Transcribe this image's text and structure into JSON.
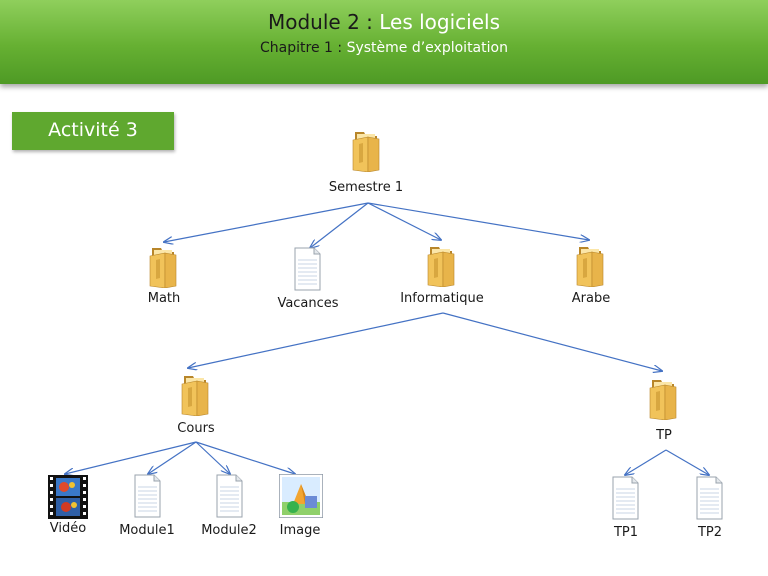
{
  "header": {
    "module_label": "Module 2 :",
    "module_name": "Les logiciels",
    "chapter_label": "Chapitre 1 :",
    "chapter_name": "Système d’exploitation",
    "bg_color": "#66b032"
  },
  "badge": {
    "label": "Activité 3"
  },
  "colors": {
    "connector": "#4472c4",
    "folder": "#f1c35a"
  },
  "tree": {
    "root": {
      "label": "Semestre 1",
      "icon": "folder-icon"
    },
    "level1": [
      {
        "label": "Math",
        "icon": "folder-icon"
      },
      {
        "label": "Vacances",
        "icon": "document-icon"
      },
      {
        "label": "Informatique",
        "icon": "folder-icon"
      },
      {
        "label": "Arabe",
        "icon": "folder-icon"
      }
    ],
    "level2": [
      {
        "label": "Cours",
        "icon": "folder-icon"
      },
      {
        "label": "TP",
        "icon": "folder-icon"
      }
    ],
    "cours_children": [
      {
        "label": "Vidéo",
        "icon": "video-icon"
      },
      {
        "label": "Module1",
        "icon": "document-icon"
      },
      {
        "label": "Module2",
        "icon": "document-icon"
      },
      {
        "label": "Image",
        "icon": "image-icon"
      }
    ],
    "tp_children": [
      {
        "label": "TP1",
        "icon": "document-icon"
      },
      {
        "label": "TP2",
        "icon": "document-icon"
      }
    ]
  }
}
